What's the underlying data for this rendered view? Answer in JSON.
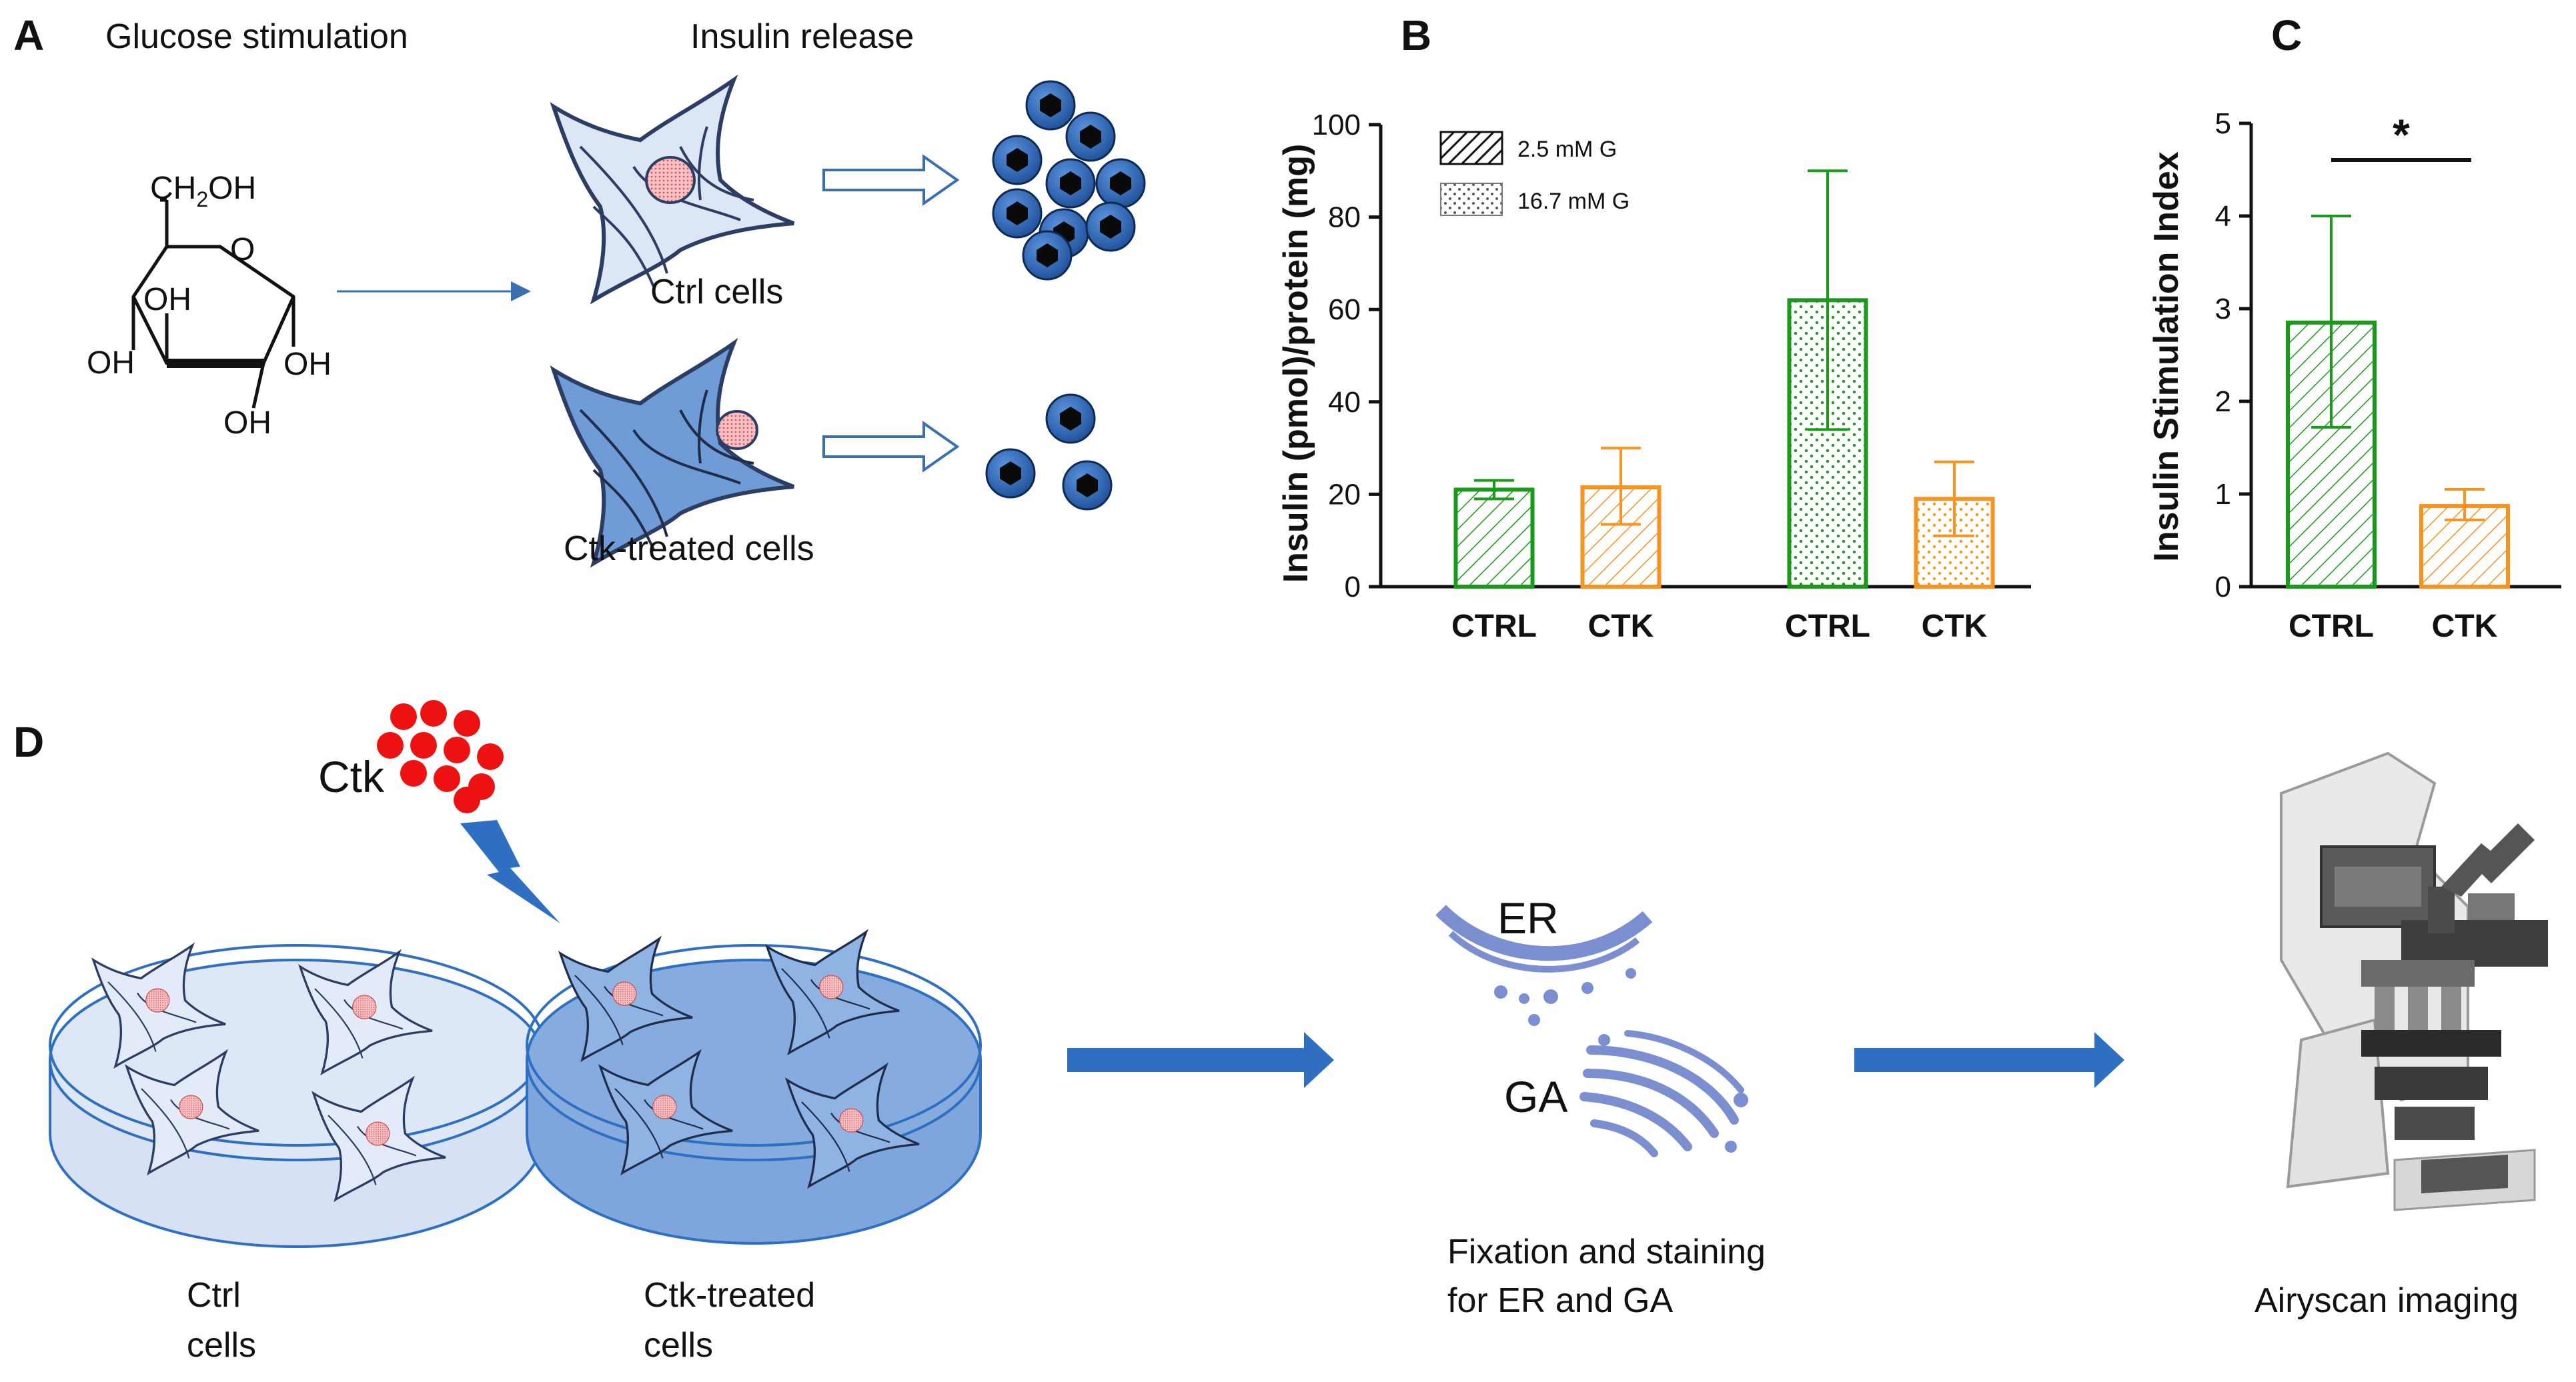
{
  "panel_a": {
    "letter": "A",
    "glucose_label": "Glucose stimulation",
    "insulin_label": "Insulin release",
    "ctrl_label": "Ctrl cells",
    "ctk_label": "Ctk-treated cells",
    "glucose_groups": {
      "ch2oh": "CH",
      "sub2": "2",
      "oh_tail": "OH",
      "o_ring": "O",
      "oh": "OH"
    },
    "granules_ctrl_count": 9,
    "granules_ctk_count": 3,
    "colors": {
      "cell_light": "#dde6f5",
      "cell_dark": "#6f9bd6",
      "cell_line": "#2c3d63",
      "nucleus": "#f4b1b5",
      "granule_outer": "#2f6fc2",
      "granule_core": "#0a0a0a",
      "arrow": "#3a6fb3"
    }
  },
  "chart_data": [
    {
      "panel": "B",
      "type": "bar",
      "ylabel": "Insulin (pmol)/protein (mg)",
      "ylim": [
        0,
        100
      ],
      "yticks": [
        0,
        20,
        40,
        60,
        80,
        100
      ],
      "legend": [
        {
          "name": "2.5 mM G",
          "pattern": "hatch"
        },
        {
          "name": "16.7 mM G",
          "pattern": "dots"
        }
      ],
      "legend_placement": "top-left",
      "bars": [
        {
          "category": "CTRL",
          "series": "2.5 mM G",
          "value": 21,
          "err_low": 19,
          "err_high": 23,
          "color": "#1a9a1a"
        },
        {
          "category": "CTK",
          "series": "2.5 mM G",
          "value": 21.5,
          "err_low": 13.5,
          "err_high": 30,
          "color": "#f7931e"
        },
        {
          "category": "CTRL",
          "series": "16.7 mM G",
          "value": 62,
          "err_low": 34,
          "err_high": 90,
          "color": "#1a9a1a"
        },
        {
          "category": "CTK",
          "series": "16.7 mM G",
          "value": 19,
          "err_low": 11,
          "err_high": 27,
          "color": "#f7931e"
        }
      ]
    },
    {
      "panel": "C",
      "type": "bar",
      "ylabel": "Insulin Stimulation Index",
      "ylim": [
        0,
        5
      ],
      "yticks": [
        0,
        1,
        2,
        3,
        4,
        5
      ],
      "bars": [
        {
          "category": "CTRL",
          "value": 2.85,
          "err_low": 1.72,
          "err_high": 4.0,
          "color": "#1a9a1a"
        },
        {
          "category": "CTK",
          "value": 0.87,
          "err_low": 0.72,
          "err_high": 1.05,
          "color": "#f7931e"
        }
      ],
      "significance": "*"
    }
  ],
  "panel_b_letter": "B",
  "panel_c_letter": "C",
  "panel_d": {
    "letter": "D",
    "ctk_label": "Ctk",
    "ctrl_dish_label_1": "Ctrl",
    "ctrl_dish_label_2": "cells",
    "ctk_dish_label_1": "Ctk-treated",
    "ctk_dish_label_2": "cells",
    "er_label": "ER",
    "ga_label": "GA",
    "fixation_label_1": "Fixation and staining",
    "fixation_label_2": "for ER and GA",
    "imaging_label": "Airyscan imaging",
    "colors": {
      "ctk_dot": "#ee1111",
      "bolt": "#2f6fc2",
      "dish_light": "#d6e2f4",
      "dish_dark": "#7ea6dd",
      "flow_arrow": "#2f6fc2",
      "organelle": "#7b8fd0"
    }
  }
}
